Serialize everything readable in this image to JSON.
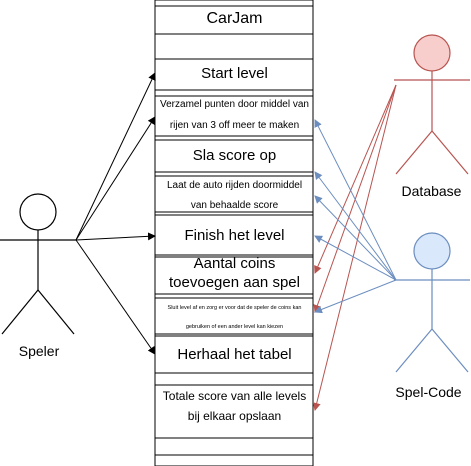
{
  "title": "CarJam",
  "actors": {
    "speler": "Speler",
    "database": "Database",
    "spelcode": "Spel-Code"
  },
  "items": {
    "start_level": "Start level",
    "verzamel_1": "Verzamel punten door middel van",
    "verzamel_2": "rijen van 3 off meer te maken",
    "sla_score": "Sla score op",
    "laat_auto_1": "Laat de auto rijden doormiddel",
    "laat_auto_2": "van behaalde score",
    "finish_level": "Finish het level",
    "coins_1": "Aantal coins",
    "coins_2": "toevoegen aan spel",
    "sluit_1": "Sluit level af en zorg er voor dat de speler de coins kan",
    "sluit_2": "gebruiken of een ander level kan kiezen",
    "herhaal": "Herhaal het tabel",
    "totale_1": "Totale score van alle levels",
    "totale_2": "bij elkaar opslaan"
  },
  "colors": {
    "line": "#000000",
    "database_fill": "#f8cecc",
    "database_stroke": "#b85450",
    "spelcode_fill": "#dae8fc",
    "spelcode_stroke": "#6c8ebf"
  }
}
